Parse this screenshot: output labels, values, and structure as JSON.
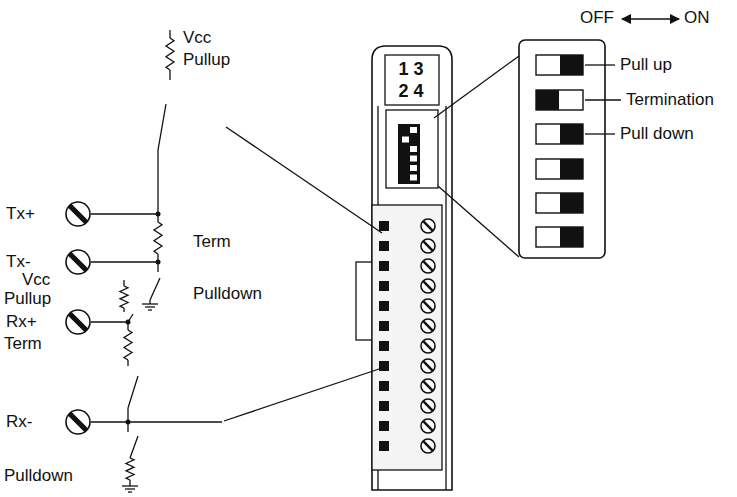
{
  "diagram": {
    "nodes": [
      {
        "text": [
          "1 3",
          "2 4"
        ]
      }
    ],
    "labels": [
      "OFF",
      "ON",
      "Pull up",
      "Termination",
      "Pull down",
      "Vcc",
      "Pullup",
      "Tx+",
      "Term",
      "Tx-",
      "Vcc",
      "Pullup",
      "Pulldown",
      "Rx+",
      "Term",
      "Rx-",
      "Pulldown"
    ]
  }
}
